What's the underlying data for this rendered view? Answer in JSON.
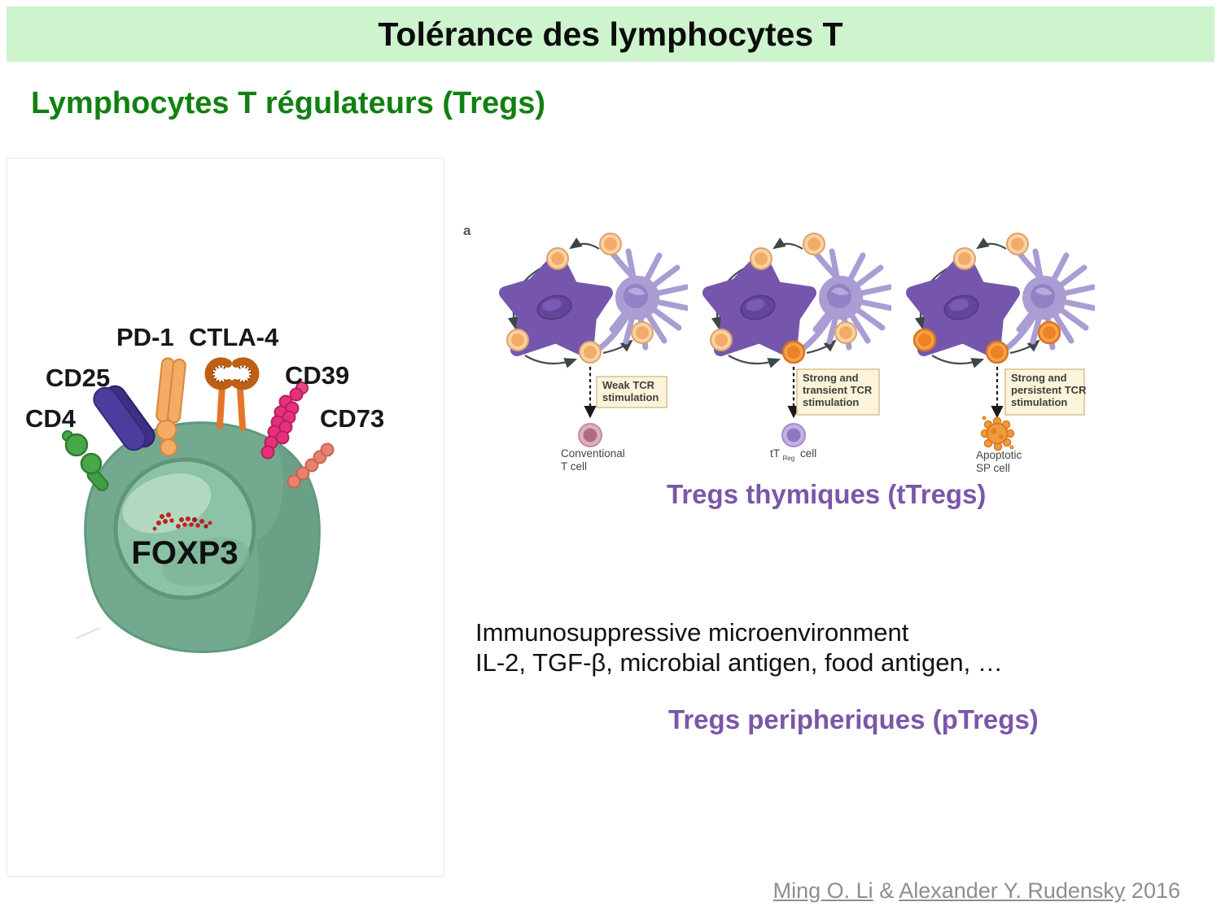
{
  "colors": {
    "banner_bg": "#cdf4cd",
    "subtitle_green": "#118011",
    "caption_purple": "#7a57a8",
    "citation_gray": "#8e8e8e",
    "treg_cell_green": "#73a98e",
    "thymocyte_orange": "#f3ab6a",
    "tec_purple": "#7656ac",
    "dendritic_purple": "#a99dd4"
  },
  "header": {
    "title": "Tolérance des lymphocytes T"
  },
  "subtitle": "Lymphocytes T régulateurs (Tregs)",
  "treg_cell": {
    "label_cd4": "CD4",
    "label_cd25": "CD25",
    "label_pd1": "PD-1",
    "label_ctla4": "CTLA-4",
    "label_cd39": "CD39",
    "label_cd73": "CD73",
    "nucleus_label": "FOXP3"
  },
  "figure": {
    "panel_letter": "a",
    "panels": [
      {
        "box_lines": [
          "Weak TCR",
          "stimulation"
        ],
        "result_lines": [
          "Conventional",
          "T cell"
        ]
      },
      {
        "box_lines": [
          "Strong and",
          "transient TCR",
          "stimulation"
        ],
        "result_pre": "tT",
        "result_sub": "Reg",
        "result_post": "cell"
      },
      {
        "box_lines": [
          "Strong and",
          "persistent TCR",
          "stimulation"
        ],
        "result_lines": [
          "Apoptotic",
          "SP cell"
        ]
      }
    ]
  },
  "captions": {
    "thymic": "Tregs thymiques (tTregs)",
    "micro_line1": "Immunosuppressive microenvironment",
    "micro_line2": "IL-2, TGF-β, microbial antigen, food antigen, …",
    "peripheral": "Tregs peripheriques (pTregs)"
  },
  "citation": {
    "author1": "Ming O. Li",
    "separator": "&",
    "author2": "Alexander Y. Rudensky",
    "year": "2016"
  }
}
